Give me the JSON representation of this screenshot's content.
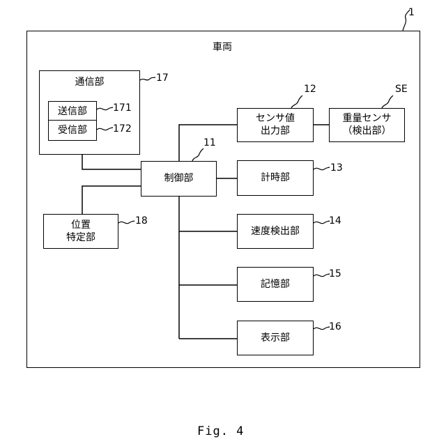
{
  "figure": {
    "ref_1": "1",
    "vehicle_label": "車両",
    "caption": "Fig. 4"
  },
  "blocks": {
    "comm": {
      "label": "通信部",
      "ref": "17"
    },
    "send": {
      "label": "送信部",
      "ref": "171"
    },
    "recv": {
      "label": "受信部",
      "ref": "172"
    },
    "control": {
      "label": "制御部",
      "ref": "11"
    },
    "sensor_out": {
      "label": "センサ値\n出力部",
      "ref": "12"
    },
    "weight": {
      "label": "重量センサ\n（検出部）",
      "ref": "SE"
    },
    "timer": {
      "label": "計時部",
      "ref": "13"
    },
    "position": {
      "label": "位置\n特定部",
      "ref": "18"
    },
    "speed": {
      "label": "速度検出部",
      "ref": "14"
    },
    "storage": {
      "label": "記憶部",
      "ref": "15"
    },
    "display": {
      "label": "表示部",
      "ref": "16"
    }
  }
}
